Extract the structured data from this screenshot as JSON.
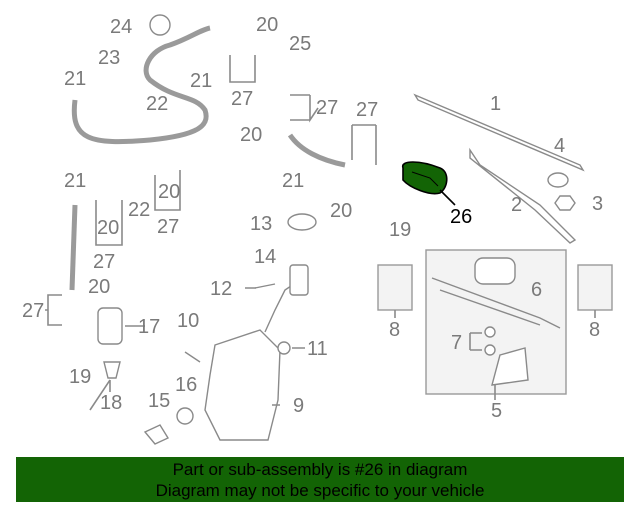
{
  "diagram": {
    "highlight_color": "#136405",
    "callouts": [
      "24",
      "20",
      "25",
      "23",
      "21",
      "21",
      "22",
      "27",
      "27",
      "27",
      "20",
      "1",
      "4",
      "3",
      "2",
      "26",
      "21",
      "20",
      "19",
      "21",
      "20",
      "20",
      "22",
      "27",
      "27",
      "13",
      "14",
      "12",
      "20",
      "27",
      "17",
      "19",
      "18",
      "10",
      "11",
      "16",
      "15",
      "9",
      "8",
      "8",
      "6",
      "7",
      "5"
    ]
  },
  "banner": {
    "line1": "Part or sub-assembly is #26 in diagram",
    "line2": "Diagram may not be specific to your vehicle",
    "color": "#136405"
  }
}
